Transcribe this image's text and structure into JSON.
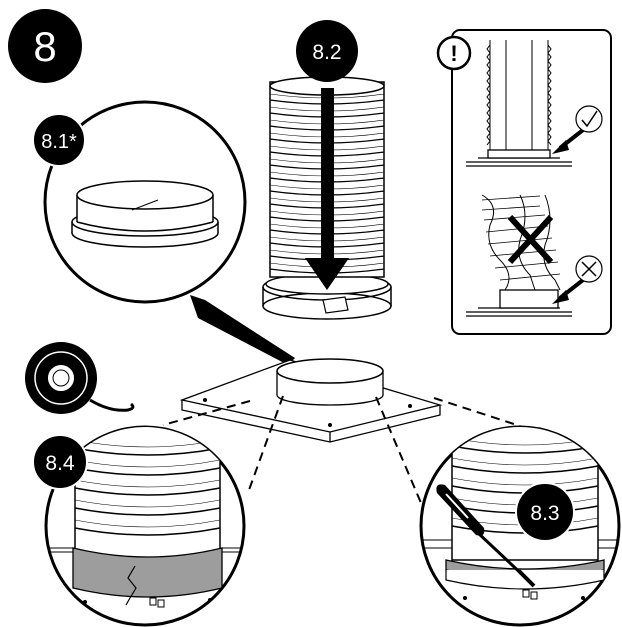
{
  "steps": {
    "main": "8",
    "ring": "8.1*",
    "insert": "8.2",
    "clamp": "8.3",
    "tape": "8.4"
  },
  "warning": {
    "symbol": "!",
    "ok_mark": "✓",
    "bad_mark": "✕"
  },
  "colors": {
    "line": "#000000",
    "badge": "#000000",
    "tape": "#9d9d9d",
    "background": "#ffffff"
  },
  "icons": [
    "exclamation-icon",
    "check-icon",
    "cross-icon",
    "screwdriver-icon",
    "tape-roll-icon",
    "down-arrow-icon"
  ]
}
